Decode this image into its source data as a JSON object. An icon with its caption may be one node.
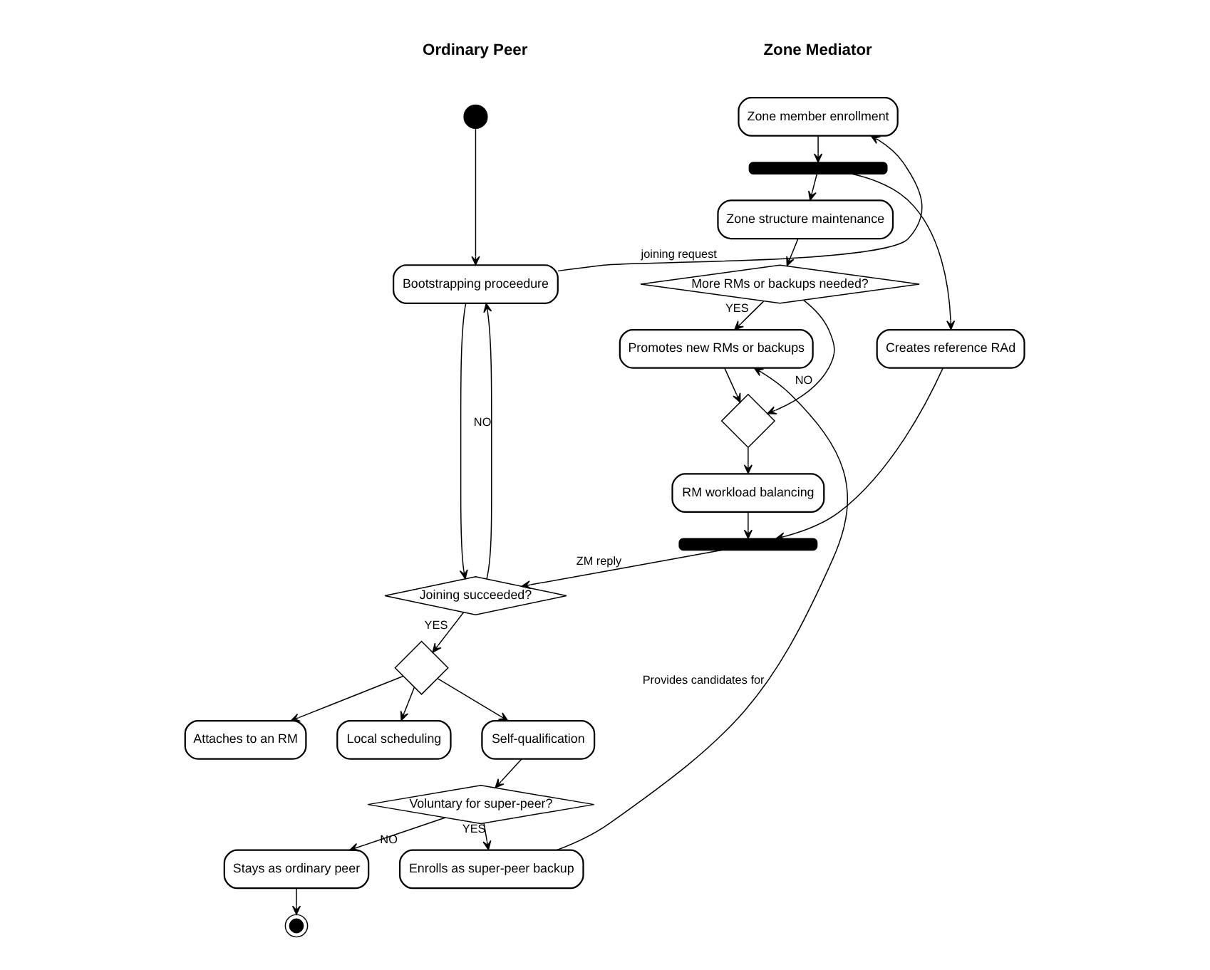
{
  "diagram": {
    "nodes": [
      {
        "text": [],
        "shape": "circle"
      },
      {
        "text": [
          "Bootstrapping proceedure"
        ]
      },
      {
        "text": [
          "Joining succeeded?"
        ]
      },
      {
        "text": [],
        "shape": "diamond"
      },
      {
        "text": [
          "Attaches to an RM"
        ]
      },
      {
        "text": [
          "Local scheduling"
        ]
      },
      {
        "text": [
          "Self-qualification"
        ]
      },
      {
        "text": [
          "Voluntary for super-peer?"
        ]
      },
      {
        "text": [
          "Stays as ordinary peer"
        ]
      },
      {
        "text": [],
        "shape": "circle"
      },
      {
        "text": [
          "Enrolls as super-peer backup"
        ]
      },
      {
        "text": [
          "Zone member enrollment"
        ]
      },
      {
        "text": [],
        "shape": "bar"
      },
      {
        "text": [
          "Zone structure maintenance"
        ]
      },
      {
        "text": [
          "Creates reference RAd"
        ]
      },
      {
        "text": [
          "More RMs or backups needed?"
        ]
      },
      {
        "text": [
          "Promotes new RMs or backups"
        ]
      },
      {
        "text": [],
        "shape": "diamond"
      },
      {
        "text": [
          "RM workload balancing"
        ]
      },
      {
        "text": [],
        "shape": "bar"
      }
    ],
    "edges": [
      {
        "from": 0,
        "to": 1,
        "arrow": "to"
      },
      {
        "from": 1,
        "to": 2,
        "arrow": "to"
      },
      {
        "from": 2,
        "to": 1,
        "arrow": "to",
        "label": "NO"
      },
      {
        "from": 2,
        "to": 3,
        "arrow": "to",
        "label": "YES"
      },
      {
        "from": 3,
        "to": 4,
        "arrow": "to"
      },
      {
        "from": 3,
        "to": 5,
        "arrow": "to"
      },
      {
        "from": 3,
        "to": 6,
        "arrow": "to"
      },
      {
        "from": 6,
        "to": 7,
        "arrow": "to"
      },
      {
        "from": 7,
        "to": 8,
        "arrow": "to",
        "label": "NO"
      },
      {
        "from": 8,
        "to": 9,
        "arrow": "to"
      },
      {
        "from": 7,
        "to": 10,
        "arrow": "to",
        "label": "YES"
      },
      {
        "from": 1,
        "to": 11,
        "arrow": "to",
        "label": "joining request"
      },
      {
        "from": 11,
        "to": 12,
        "arrow": "to"
      },
      {
        "from": 12,
        "to": 13,
        "arrow": "to"
      },
      {
        "from": 12,
        "to": 14,
        "arrow": "to"
      },
      {
        "from": 13,
        "to": 15,
        "arrow": "to"
      },
      {
        "from": 15,
        "to": 17,
        "arrow": "to",
        "label": "NO"
      },
      {
        "from": 15,
        "to": 16,
        "arrow": "to",
        "label": "YES"
      },
      {
        "from": 16,
        "to": 17,
        "arrow": "to"
      },
      {
        "from": 17,
        "to": 18,
        "arrow": "to"
      },
      {
        "from": 14,
        "to": 19,
        "arrow": "to"
      },
      {
        "from": 18,
        "to": 19,
        "arrow": "to"
      },
      {
        "from": 19,
        "to": 2,
        "arrow": "to",
        "label": "ZM reply"
      },
      {
        "from": 10,
        "to": 16,
        "arrow": "to",
        "label": "Provides candidates for"
      }
    ],
    "labels": [
      "Ordinary Peer",
      "Zone Mediator"
    ]
  }
}
